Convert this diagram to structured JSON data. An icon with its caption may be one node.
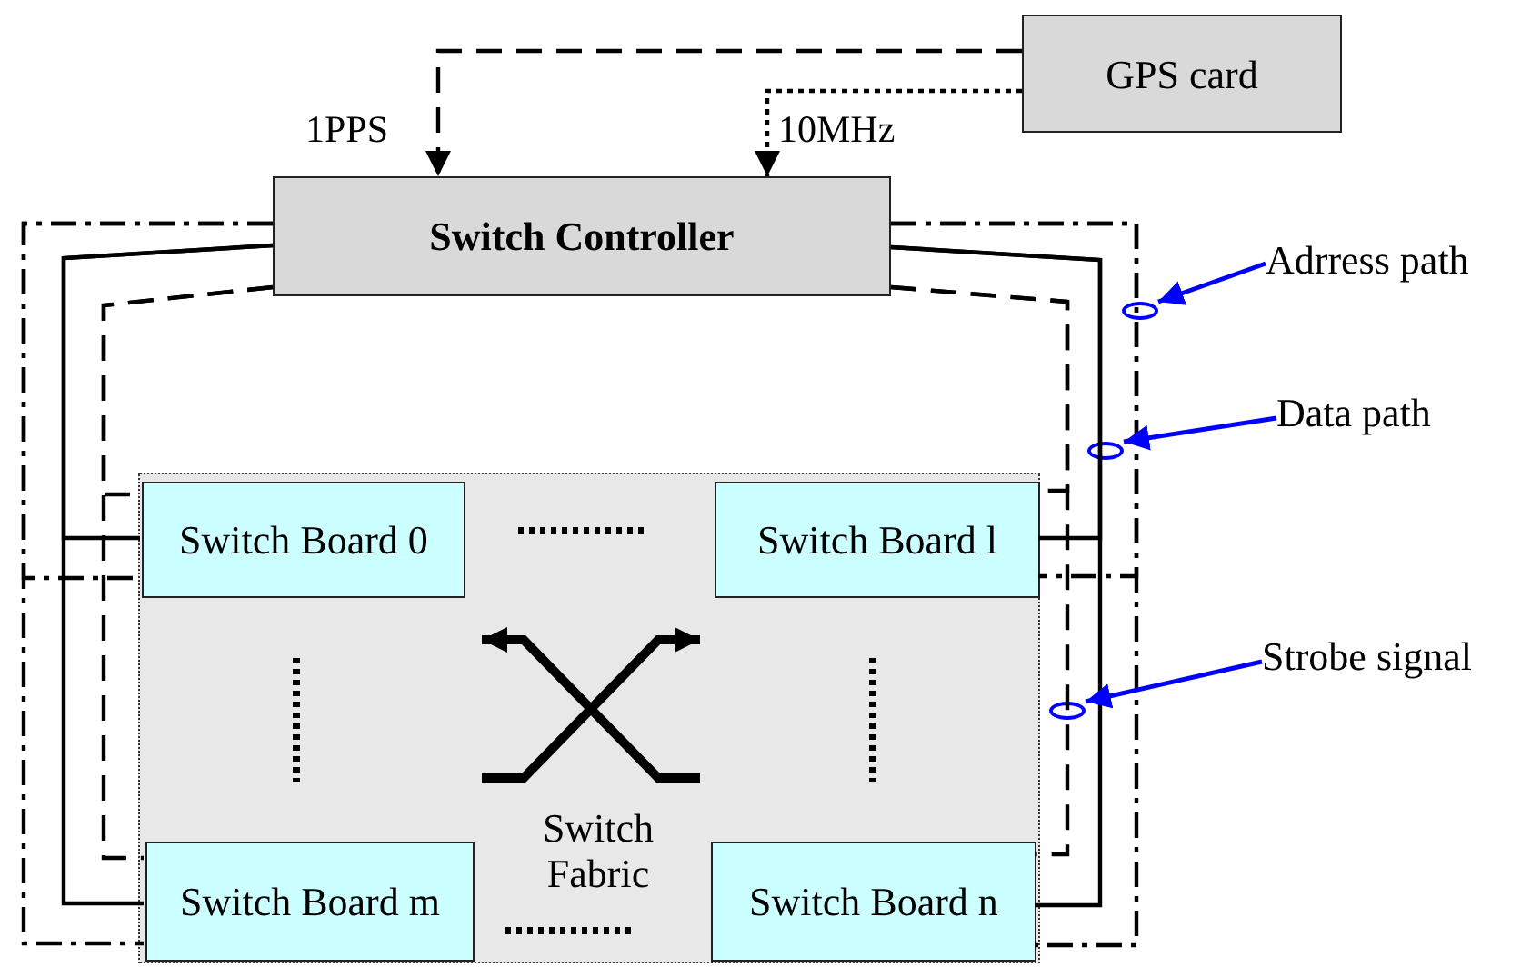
{
  "diagram": {
    "nodes": [
      {
        "text": [
          "GPS card"
        ]
      },
      {
        "text": [
          "Switch Controller"
        ]
      },
      {
        "text": [
          "Switch Fabric"
        ]
      },
      {
        "text": [
          "Switch Board 0"
        ],
        "in": 2
      },
      {
        "text": [
          "Switch Board l"
        ],
        "in": 2
      },
      {
        "text": [
          "Switch Board m"
        ],
        "in": 2
      },
      {
        "text": [
          "Switch Board n"
        ],
        "in": 2
      },
      {
        "text": [
          "Adrress path"
        ]
      },
      {
        "text": [
          "Data path"
        ]
      },
      {
        "text": [
          "Strobe signal"
        ]
      },
      {
        "text": [],
        "shape": "circle"
      },
      {
        "text": [],
        "shape": "circle"
      },
      {
        "text": [],
        "shape": "circle"
      }
    ],
    "edges": [
      {
        "from": 0,
        "to": 1,
        "arrow": "to",
        "label": "1PPS",
        "style": "dashed"
      },
      {
        "from": 0,
        "to": 1,
        "arrow": "to",
        "label": "10MHz",
        "style": "dashed"
      },
      {
        "from": 1,
        "to": 3,
        "arrow": "none",
        "style": "dashed"
      },
      {
        "from": 1,
        "to": 4,
        "arrow": "none",
        "style": "dashed"
      },
      {
        "from": 1,
        "to": 5,
        "arrow": "none",
        "style": "dashed"
      },
      {
        "from": 1,
        "to": 6,
        "arrow": "none",
        "style": "dashed"
      },
      {
        "from": 1,
        "to": 3,
        "arrow": "none"
      },
      {
        "from": 1,
        "to": 4,
        "arrow": "none"
      },
      {
        "from": 1,
        "to": 5,
        "arrow": "none"
      },
      {
        "from": 1,
        "to": 6,
        "arrow": "none"
      },
      {
        "from": 1,
        "to": 3,
        "arrow": "none",
        "style": "dashed"
      },
      {
        "from": 1,
        "to": 4,
        "arrow": "none",
        "style": "dashed"
      },
      {
        "from": 1,
        "to": 5,
        "arrow": "none",
        "style": "dashed"
      },
      {
        "from": 1,
        "to": 6,
        "arrow": "none",
        "style": "dashed"
      },
      {
        "from": 7,
        "to": 10,
        "arrow": "to",
        "color": "#0000ff"
      },
      {
        "from": 8,
        "to": 11,
        "arrow": "to",
        "color": "#0000ff"
      },
      {
        "from": 9,
        "to": 12,
        "arrow": "to",
        "color": "#0000ff"
      }
    ]
  }
}
